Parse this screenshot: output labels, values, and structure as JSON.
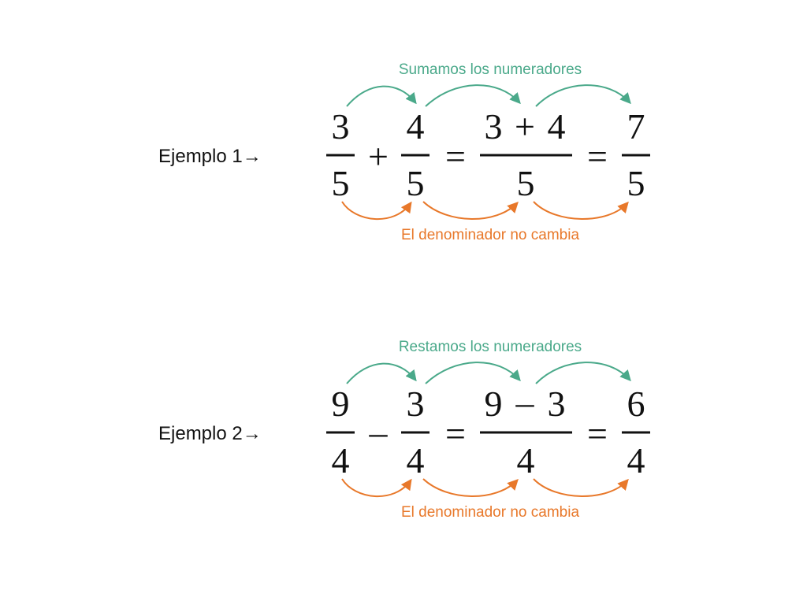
{
  "colors": {
    "top_arrows": "#4aa98a",
    "bottom_arrows": "#e8782a",
    "text": "#111111"
  },
  "examples": [
    {
      "label": "Ejemplo 1→",
      "top_caption": "Sumamos los numeradores",
      "bottom_caption": "El denominador no cambia",
      "fraction1": {
        "num": "3",
        "den": "5"
      },
      "operator": "+",
      "fraction2": {
        "num": "4",
        "den": "5"
      },
      "combined": {
        "num_left": "3",
        "num_op": "+",
        "num_right": "4",
        "den": "5"
      },
      "result": {
        "num": "7",
        "den": "5"
      },
      "equals": "="
    },
    {
      "label": "Ejemplo 2→",
      "top_caption": "Restamos los numeradores",
      "bottom_caption": "El denominador no cambia",
      "fraction1": {
        "num": "9",
        "den": "4"
      },
      "operator": "–",
      "fraction2": {
        "num": "3",
        "den": "4"
      },
      "combined": {
        "num_left": "9",
        "num_op": "–",
        "num_right": "3",
        "den": "4"
      },
      "result": {
        "num": "6",
        "den": "4"
      },
      "equals": "="
    }
  ]
}
